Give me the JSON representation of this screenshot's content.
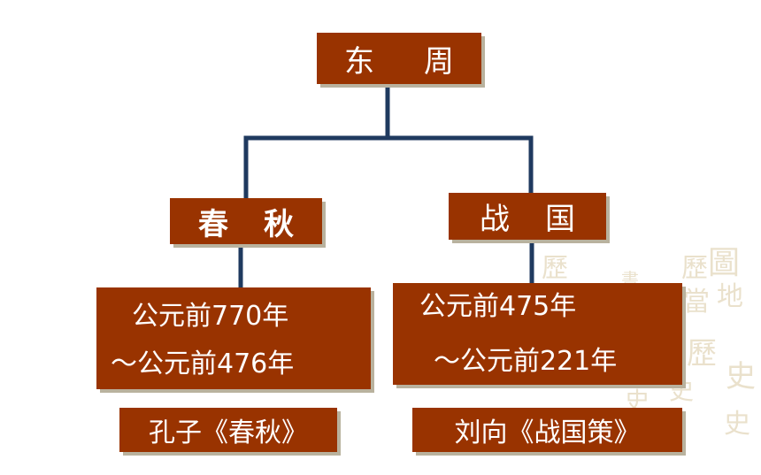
{
  "root": {
    "label_a": "东",
    "label_b": "周"
  },
  "branches": [
    {
      "name_a": "春",
      "name_b": "秋",
      "date_start": "公元前770年",
      "date_end": "～公元前476年",
      "book": "孔子《春秋》"
    },
    {
      "name_a": "战",
      "name_b": "国",
      "date_start": "公元前475年",
      "date_end": "～公元前221年",
      "book": "刘向《战国策》"
    }
  ],
  "colors": {
    "box": "#993300",
    "connector": "#1f3a5f",
    "text": "#ffffff"
  },
  "watermark": {
    "chars": [
      "圖",
      "歷",
      "地",
      "當",
      "歷",
      "史",
      "史",
      "書",
      "歷",
      "史",
      "史"
    ]
  }
}
